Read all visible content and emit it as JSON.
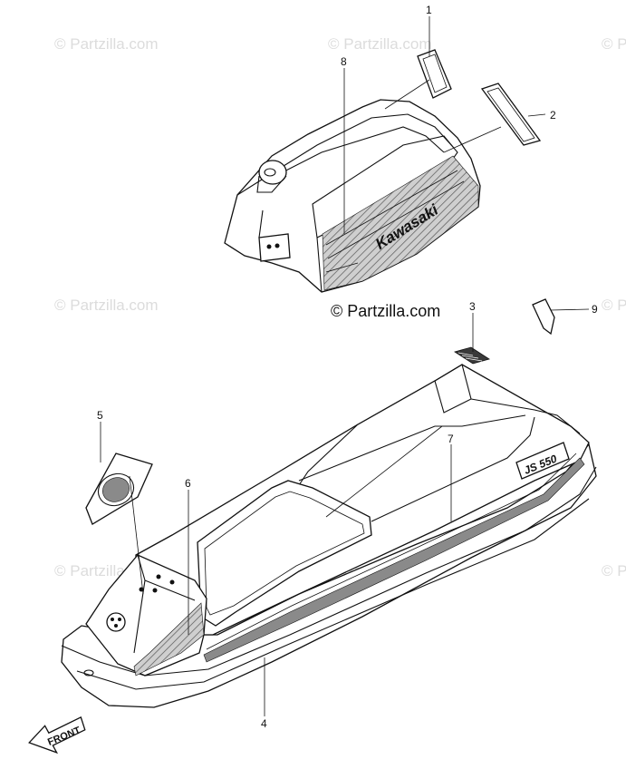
{
  "watermarks": {
    "text": "© Partzilla.com",
    "main_text": "© Partzilla.com"
  },
  "callouts": [
    {
      "id": "1",
      "label": "1"
    },
    {
      "id": "2",
      "label": "2"
    },
    {
      "id": "3",
      "label": "3"
    },
    {
      "id": "4",
      "label": "4"
    },
    {
      "id": "5",
      "label": "5"
    },
    {
      "id": "6",
      "label": "6"
    },
    {
      "id": "7",
      "label": "7"
    },
    {
      "id": "8",
      "label": "8"
    },
    {
      "id": "9",
      "label": "9"
    }
  ],
  "hood": {
    "brand_text": "Kawasaki"
  },
  "hull": {
    "model_text": "JS 550"
  },
  "front_arrow": {
    "text": "FRONT"
  }
}
